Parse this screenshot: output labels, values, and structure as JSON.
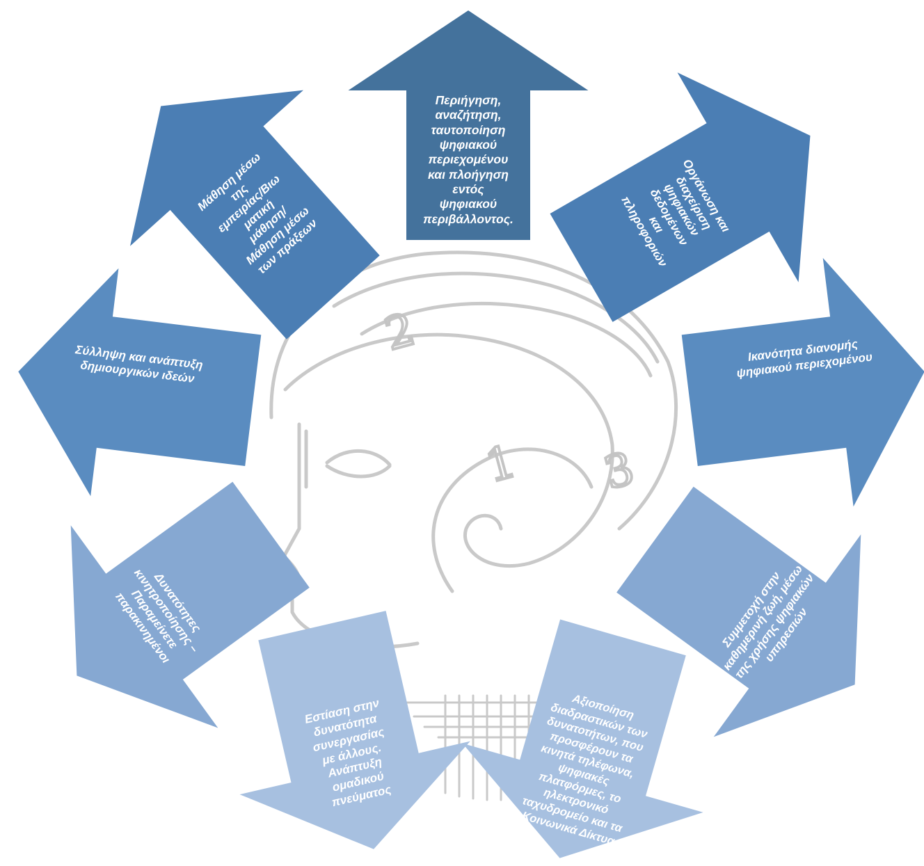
{
  "diagram": {
    "center_logo": {
      "icon": "stylized-head-emblem-icon",
      "digits": [
        "1",
        "2",
        "3"
      ]
    },
    "arrows": [
      {
        "id": "top",
        "direction": "up",
        "color": "#44729c",
        "label": "Περιήγηση,\nαναζήτηση,\nταυτοποίηση\nψηφιακού\nπεριεχομένου\nκαι πλοήγηση\nεντός\nψηφιακού\nπεριβάλλοντος."
      },
      {
        "id": "top-right",
        "direction": "up-right",
        "color": "#4b7eb4",
        "label": "Οργάνωση και\nδιαχείριση\nψηφιακών\nδεδομένων\nκαι\nπληροφοριών"
      },
      {
        "id": "right",
        "direction": "right",
        "color": "#5a8cc0",
        "label": "Ικανότητα διανομής\nψηφιακού περιεχομένου"
      },
      {
        "id": "bottom-right",
        "direction": "down-right",
        "color": "#86a8d2",
        "label": "Συμμετοχή στην\nκαθημερινή ζωή, μέσω\nτης χρήσης ψηφιακών\nυπηρεσιών"
      },
      {
        "id": "bottom-right-2",
        "direction": "down-left",
        "color": "#a7c0e0",
        "label": "Αξιοποίηση\nδιαδραστικών των\nδυνατοτήτων, που\nπροσφέρουν τα\nκινητά τηλέφωνα,\nψηφιακές\nπλατφόρμες, το\nηλεκτρονικό\nταχυδρομείο και τα\nΚοινωνικά Δίκτυα"
      },
      {
        "id": "bottom-left",
        "direction": "down",
        "color": "#a7c0e0",
        "label": "Εστίαση στην\nδυνατότητα\nσυνεργασίας\nμε άλλους.\nΑνάπτυξη\nομαδικού\nπνεύματος"
      },
      {
        "id": "left-lower",
        "direction": "down-left",
        "color": "#86a8d2",
        "label": "Δυνατότητες\nκινητροποίησης –\nΠαραμείνετε\nπαρακινημένοι"
      },
      {
        "id": "left",
        "direction": "left",
        "color": "#5a8cc0",
        "label": "Σύλληψη και ανάπτυξη\nδημιουργικών ιδεών"
      },
      {
        "id": "top-left",
        "direction": "up-left",
        "color": "#4b7eb4",
        "label": "Μάθηση μέσω\nτης\nεμπειρίας/Βιω\nματική\nμάθηση/\nΜάθηση μέσω\nτων πράξεων"
      }
    ]
  }
}
